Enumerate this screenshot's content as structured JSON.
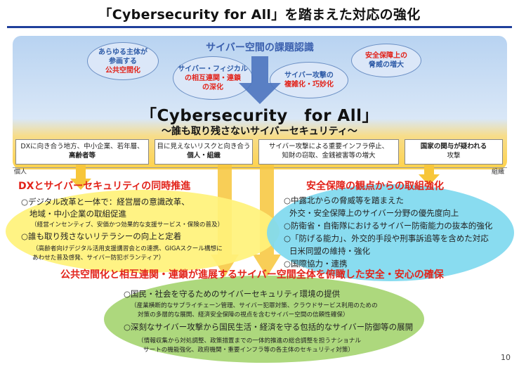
{
  "title": "「Cybersecurity for All」を踏まえた対応の強化",
  "recognition": {
    "title": "サイバー空間の課題認識",
    "bubbles": [
      {
        "line1": "あらゆる主体が",
        "line2": "参画する",
        "line3": "公共空間化"
      },
      {
        "line1": "サイバー・フィジカル",
        "line2": "の相互連関・連鎖",
        "line3": "の深化"
      },
      {
        "line1": "サイバー攻撃の",
        "line2": "複雑化・巧妙化"
      },
      {
        "line1": "安全保障上の",
        "line2": "脅威の増大"
      }
    ]
  },
  "cfa": {
    "title": "「Cybersecurity　for All」",
    "subtitle": "～誰も取り残さないサイバーセキュリティ～"
  },
  "risks": [
    {
      "line1": "DXに向き合う地方、中小企業、若年層、",
      "line2": "高齢者等"
    },
    {
      "line1": "目に見えないリスクと向き合う",
      "line2": "個人・組織"
    },
    {
      "line1": "サイバー攻撃による重要インフラ停止、",
      "line2": "知財の窃取、金銭被害等の増大"
    },
    {
      "line1": "国家の関与が疑われる",
      "line2": "攻撃"
    }
  ],
  "axis": {
    "left": "個人",
    "right": "組織"
  },
  "dx": {
    "heading": "DXとサイバーセキュリティの同時推進",
    "items": [
      "○デジタル改革と一体で：経営層の意識改革、",
      "地域・中小企業の取組促進",
      "（経営インセンティブ、安価かつ効果的な支援サービス・保険の普及）",
      "○誰も取り残さないリテラシーの向上と定着",
      "（高齢者向けデジタル活用支援講習会との連携、GIGAスクール構想に",
      "あわせた普及啓発、サイバー防犯ボランティア）"
    ]
  },
  "security": {
    "heading": "安全保障の観点からの取組強化",
    "items": [
      "○中露北からの脅威等を踏まえた",
      "外交・安全保障上のサイバー分野の優先度向上",
      "○防衛省・自衛隊におけるサイバー防衛能力の抜本的強化",
      "○「防げる能力」、外交的手段や刑事訴追等を含めた対応",
      "日米同盟の維持・強化",
      "○国際協力・連携"
    ]
  },
  "public": {
    "heading": "公共空間化と相互連関・連鎖が進展するサイバー空間全体を俯瞰した安全・安心の確保",
    "items": [
      "○国民・社会を守るためのサイバーセキュリティ環境の提供",
      "（産業横断的なサプライチェーン管理、サイバー犯罪対策、クラウドサービス利用のための",
      "対策の多層的な展開、経済安全保障の視点を含むサイバー空間の信頼性確保）",
      "○深刻なサイバー攻撃から国民生活・経済を守る包括的なサイバー防御等の展開",
      "（情報収集から対処調整、政策措置までの一体的推進の総合調整を担うナショナル",
      "サートの機能強化、政府機関・重要インフラ等の各主体のセキュリティ対策）"
    ]
  },
  "page_number": "10",
  "colors": {
    "red": "#e2231a",
    "navy": "#1f3f9b",
    "blue_text": "#2f5ca8",
    "yellow": "#fff27a",
    "cyan": "#7fd9ef",
    "green": "#a9d676"
  }
}
